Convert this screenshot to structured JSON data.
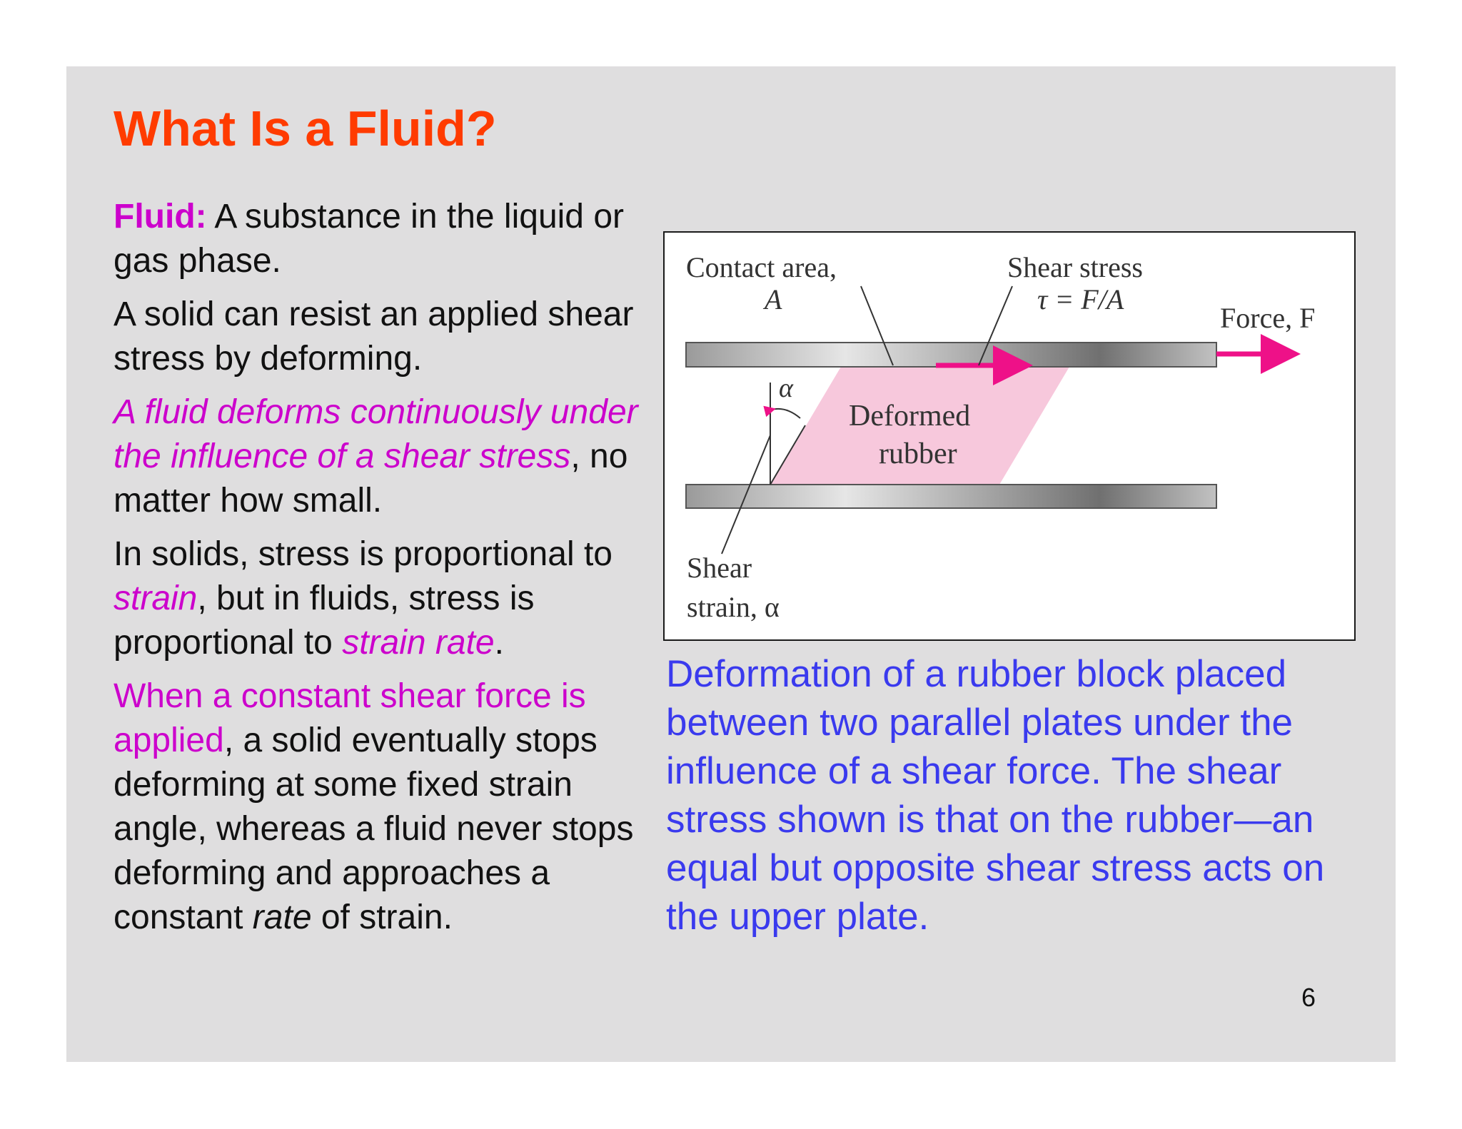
{
  "slide": {
    "title": "What Is a Fluid?",
    "page_number": "6"
  },
  "left": {
    "p1_term": "Fluid:",
    "p1_text": " A substance in the liquid or gas phase.",
    "p2_text": "A solid can resist an applied shear stress by deforming.",
    "p3_emph": "A fluid deforms continuously under the influence of a shear stress",
    "p3_text": ", no matter how small.",
    "p4_a": "In solids, stress is proportional to ",
    "p4_strain": "strain",
    "p4_b": ", but in fluids, stress is proportional to ",
    "p4_rate": "strain rate",
    "p4_c": ".",
    "p5_emph": "When a constant shear force is applied",
    "p5_a": ", a solid eventually stops deforming at some fixed strain angle, whereas a fluid never stops deforming and approaches a constant ",
    "p5_rate": "rate",
    "p5_b": " of strain."
  },
  "figure": {
    "contact_label_1": "Contact area,",
    "contact_label_2": "A",
    "shear_label_1": "Shear stress",
    "shear_label_2": "τ = F/A",
    "force_label": "Force, F",
    "alpha_label": "α",
    "deformed_label_1": "Deformed",
    "deformed_label_2": "rubber",
    "strain_label_1": "Shear",
    "strain_label_2": "strain, α",
    "colors": {
      "rubber": "#f7c8dc",
      "arrow": "#ee1188"
    }
  },
  "caption": "Deformation of a rubber block placed between two parallel plates under the influence of a shear force. The shear stress shown is that on the rubber—an equal but opposite shear stress acts on the upper plate."
}
